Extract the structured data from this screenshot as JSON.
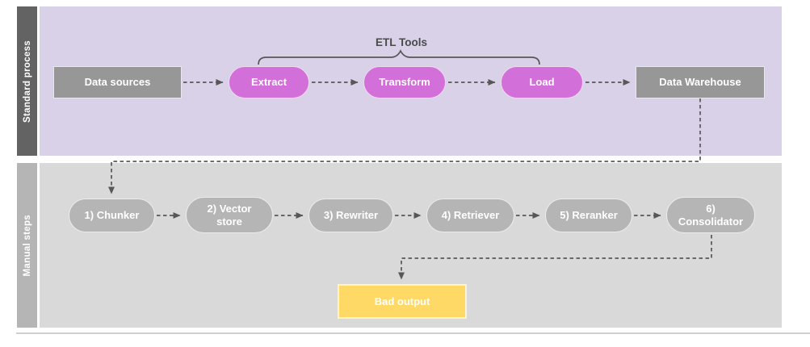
{
  "diagram": {
    "lanes": [
      {
        "label": "Standard process"
      },
      {
        "label": "Manual steps"
      }
    ],
    "bracket_label": "ETL Tools",
    "standard": {
      "data_sources": "Data sources",
      "extract": "Extract",
      "transform": "Transform",
      "load": "Load",
      "data_warehouse": "Data Warehouse"
    },
    "manual": {
      "chunker": "1) Chunker",
      "vector_store": "2) Vector store",
      "rewriter": "3) Rewriter",
      "retriever": "4) Retriever",
      "reranker": "5) Reranker",
      "consolidator": "6) Consolidator",
      "bad_output": "Bad output"
    }
  },
  "colors": {
    "lane1-bar": "#636363",
    "lane1-bg": "#d8d1e8",
    "lane2-bar": "#b5b5b5",
    "lane2-bg": "#d9d9d9",
    "etl-pill": "#d36fd9",
    "gray-box": "#979797",
    "gray-pill": "#b5b5b5",
    "bad-output": "#ffd966",
    "connector": "#575757",
    "node-text": "#ffffff",
    "label-text": "#4a4a4a"
  }
}
